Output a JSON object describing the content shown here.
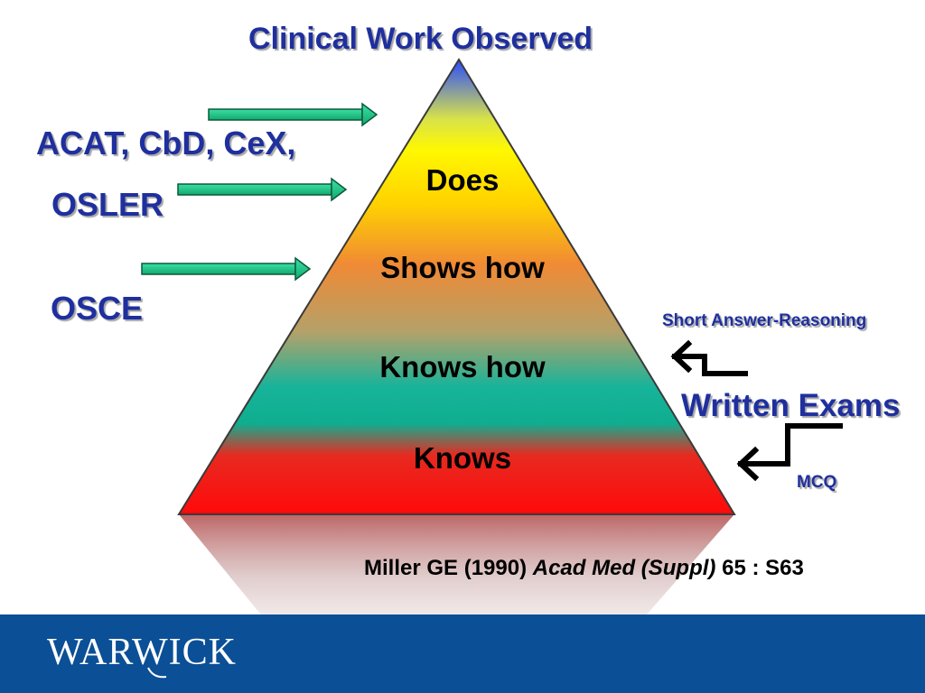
{
  "title": "Clinical Work Observed",
  "left_labels": {
    "acat": "ACAT, CbD, CeX,",
    "osler": "OSLER",
    "osce": "OSCE"
  },
  "pyramid_layers": [
    "Does",
    "Shows how",
    "Knows how",
    "Knows"
  ],
  "right_labels": {
    "short_answer": "Short Answer-Reasoning",
    "written_exams": "Written Exams",
    "mcq": "MCQ"
  },
  "citation": {
    "prefix": "Miller GE (1990) ",
    "journal": "Acad Med (Suppl)",
    "suffix": " 65 : S63"
  },
  "logo_text": "WARWICK",
  "colors": {
    "heading_blue": "#1f2f9e",
    "arrow_green": "#1fc486",
    "footer_blue": "#0b4f96",
    "pyramid_top": "#3a5bff",
    "pyramid_yellow": "#fff500",
    "pyramid_teal": "#1ab394",
    "pyramid_red": "#ff1010"
  }
}
